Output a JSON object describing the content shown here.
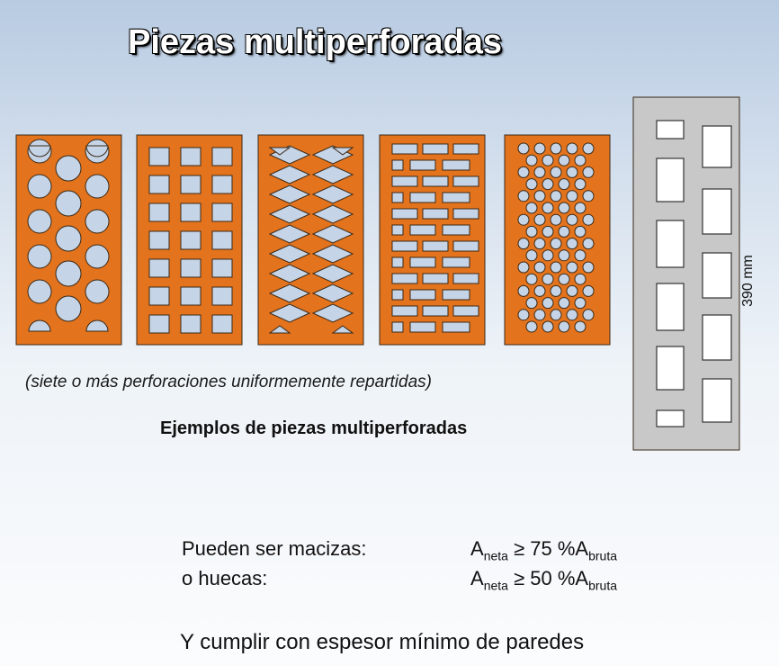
{
  "slide": {
    "title": "Piezas multiperforadas",
    "note": "(siete o más perforaciones uniformemente repartidas)",
    "caption": "Ejemplos de piezas multiperforadas",
    "dimension": "390 mm",
    "rules": [
      {
        "label": "Pueden ser macizas:",
        "a": "A",
        "sub_net": "neta",
        "op": "≥ 75 %A",
        "sub_gross": "bruta"
      },
      {
        "label": "o huecas:",
        "a": "A",
        "sub_net": "neta",
        "op": "≥ 50 %A",
        "sub_gross": "bruta"
      }
    ],
    "footer": "Y cumplir con espesor mínimo de paredes"
  },
  "colors": {
    "brick": "#e3731c",
    "brick_stroke": "#3a2a1a",
    "hole": "#c5d4e6",
    "grey_block": "#c8c8c8"
  },
  "bricks": [
    {
      "name": "round-hole-brick"
    },
    {
      "name": "square-hole-brick"
    },
    {
      "name": "diamond-hole-brick"
    },
    {
      "name": "rectangular-hole-brick"
    },
    {
      "name": "small-round-hole-brick"
    },
    {
      "name": "large-cell-grey-block"
    }
  ]
}
